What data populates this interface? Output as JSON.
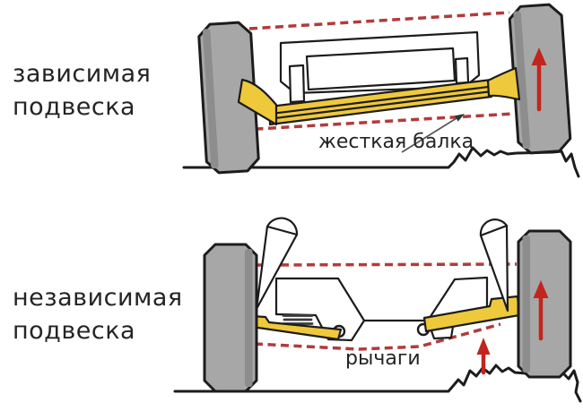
{
  "labels": {
    "dependent": {
      "line1": "зависимая",
      "line2": "подвеска"
    },
    "independent": {
      "line1": "независимая",
      "line2": "подвеска"
    },
    "rigid_beam_callout": "жесткая балка",
    "arms_callout": "рычаги"
  },
  "colors": {
    "background": "#ffffff",
    "outline": "#1c1c1c",
    "wheel_gray": "#a7a7a7",
    "wheel_shade": "#8d8d8d",
    "beam_yellow": "#efc93c",
    "dash_red": "#b23b3b",
    "arrow_red": "#c1251d",
    "callout_arrow_gray": "#555555",
    "text": "#242424"
  }
}
